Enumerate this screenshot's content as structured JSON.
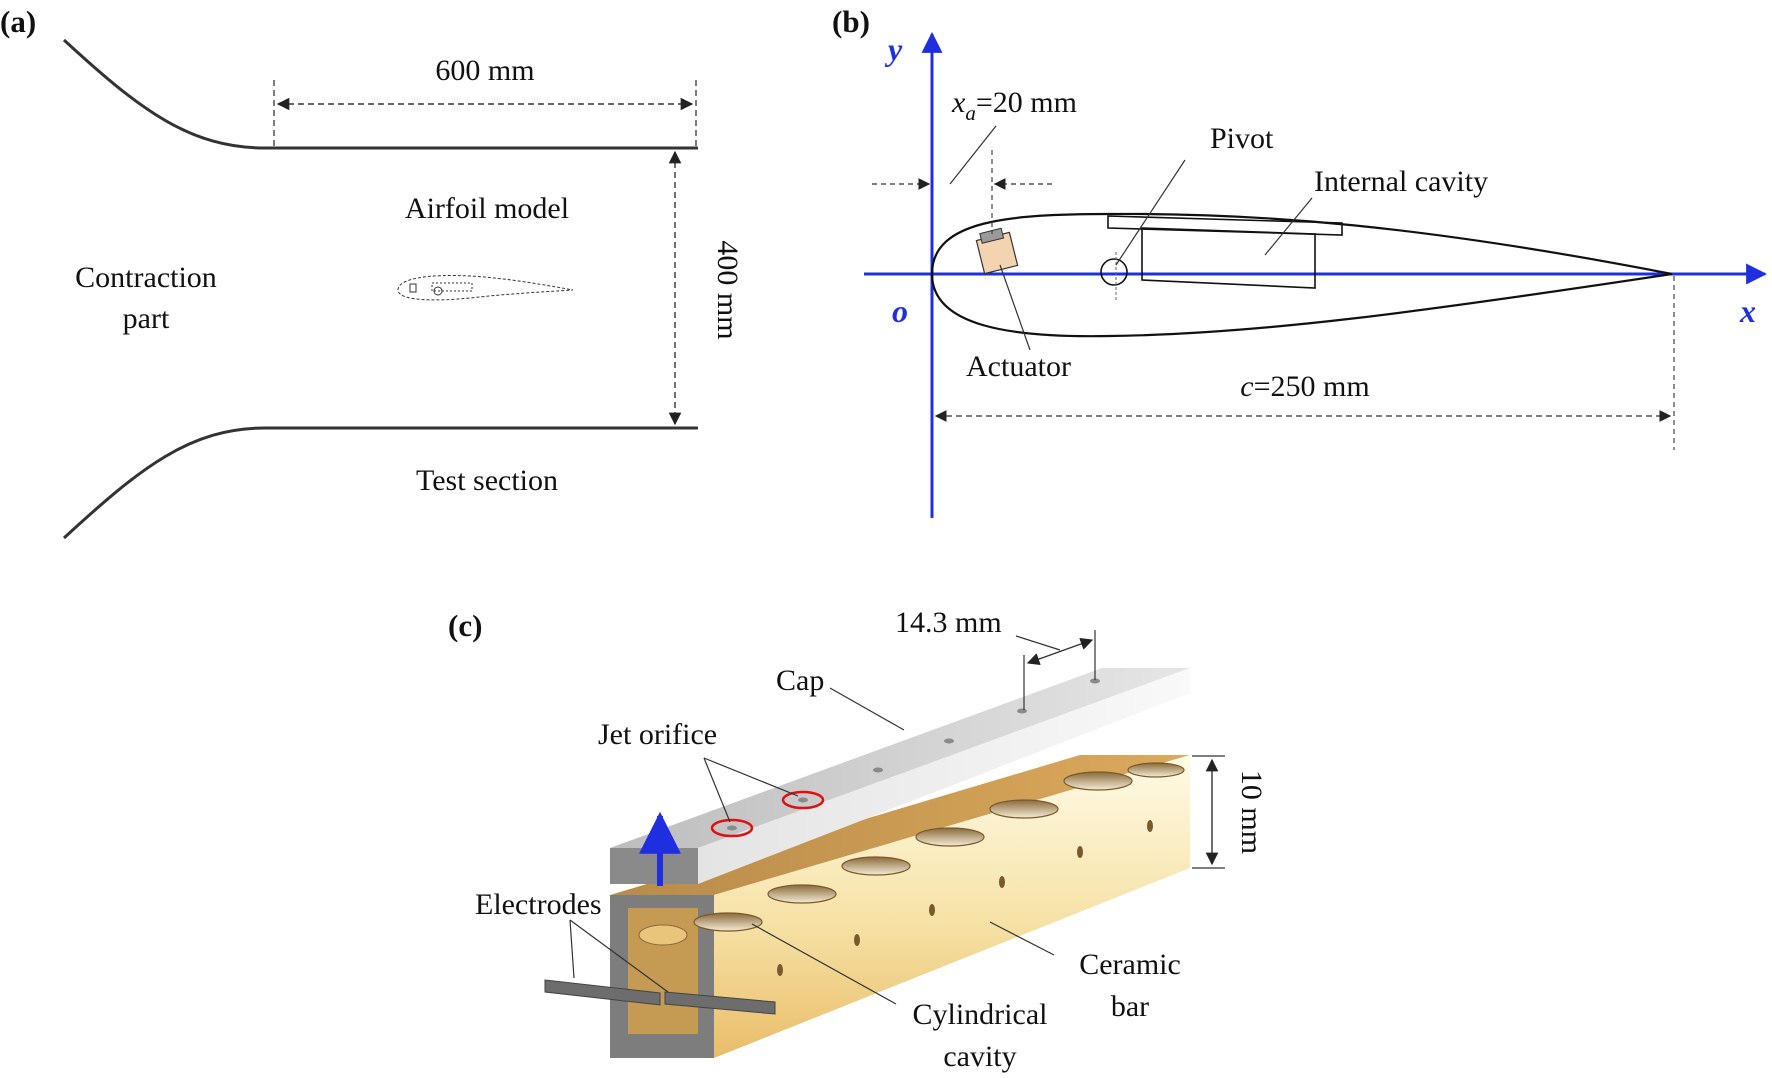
{
  "panel_a": {
    "tag": "(a)",
    "length_label": "600 mm",
    "height_label": "400 mm",
    "airfoil_label": "Airfoil model",
    "contraction_line1": "Contraction",
    "contraction_line2": "part",
    "test_section_label": "Test section"
  },
  "panel_b": {
    "tag": "(b)",
    "y_axis": "y",
    "x_axis": "x",
    "origin": "o",
    "xa_var": "x",
    "xa_sub": "a",
    "xa_value": "=20 mm",
    "pivot_label": "Pivot",
    "cavity_label": "Internal cavity",
    "actuator_label": "Actuator",
    "chord_var": "c",
    "chord_value": "=250 mm"
  },
  "panel_c": {
    "tag": "(c)",
    "spacing_label": "14.3 mm",
    "cap_label": "Cap",
    "jet_orifice_label": "Jet orifice",
    "height_label": "10 mm",
    "electrodes_label": "Electrodes",
    "ceramic_line1": "Ceramic",
    "ceramic_line2": "bar",
    "cavity_line1": "Cylindrical",
    "cavity_line2": "cavity"
  },
  "colors": {
    "axis_blue": "#1f2fe0",
    "ceramic_gold": "#d9a85a",
    "cap_grey": "#c8c8c8",
    "orifice_ring": "#e01010",
    "actuator_peach": "#f3d3b0"
  }
}
